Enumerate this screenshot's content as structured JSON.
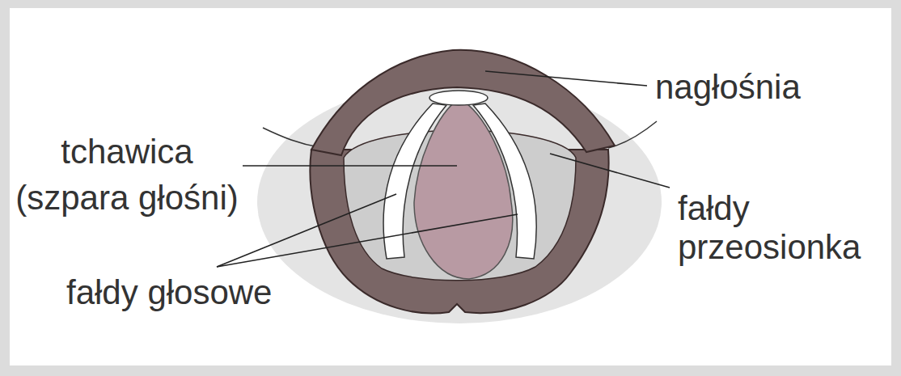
{
  "diagram": {
    "labels": [
      "nagłośnia",
      "tchawica (szpara głośni)",
      "fałdy przeosionka",
      "fałdy głosowe"
    ]
  }
}
